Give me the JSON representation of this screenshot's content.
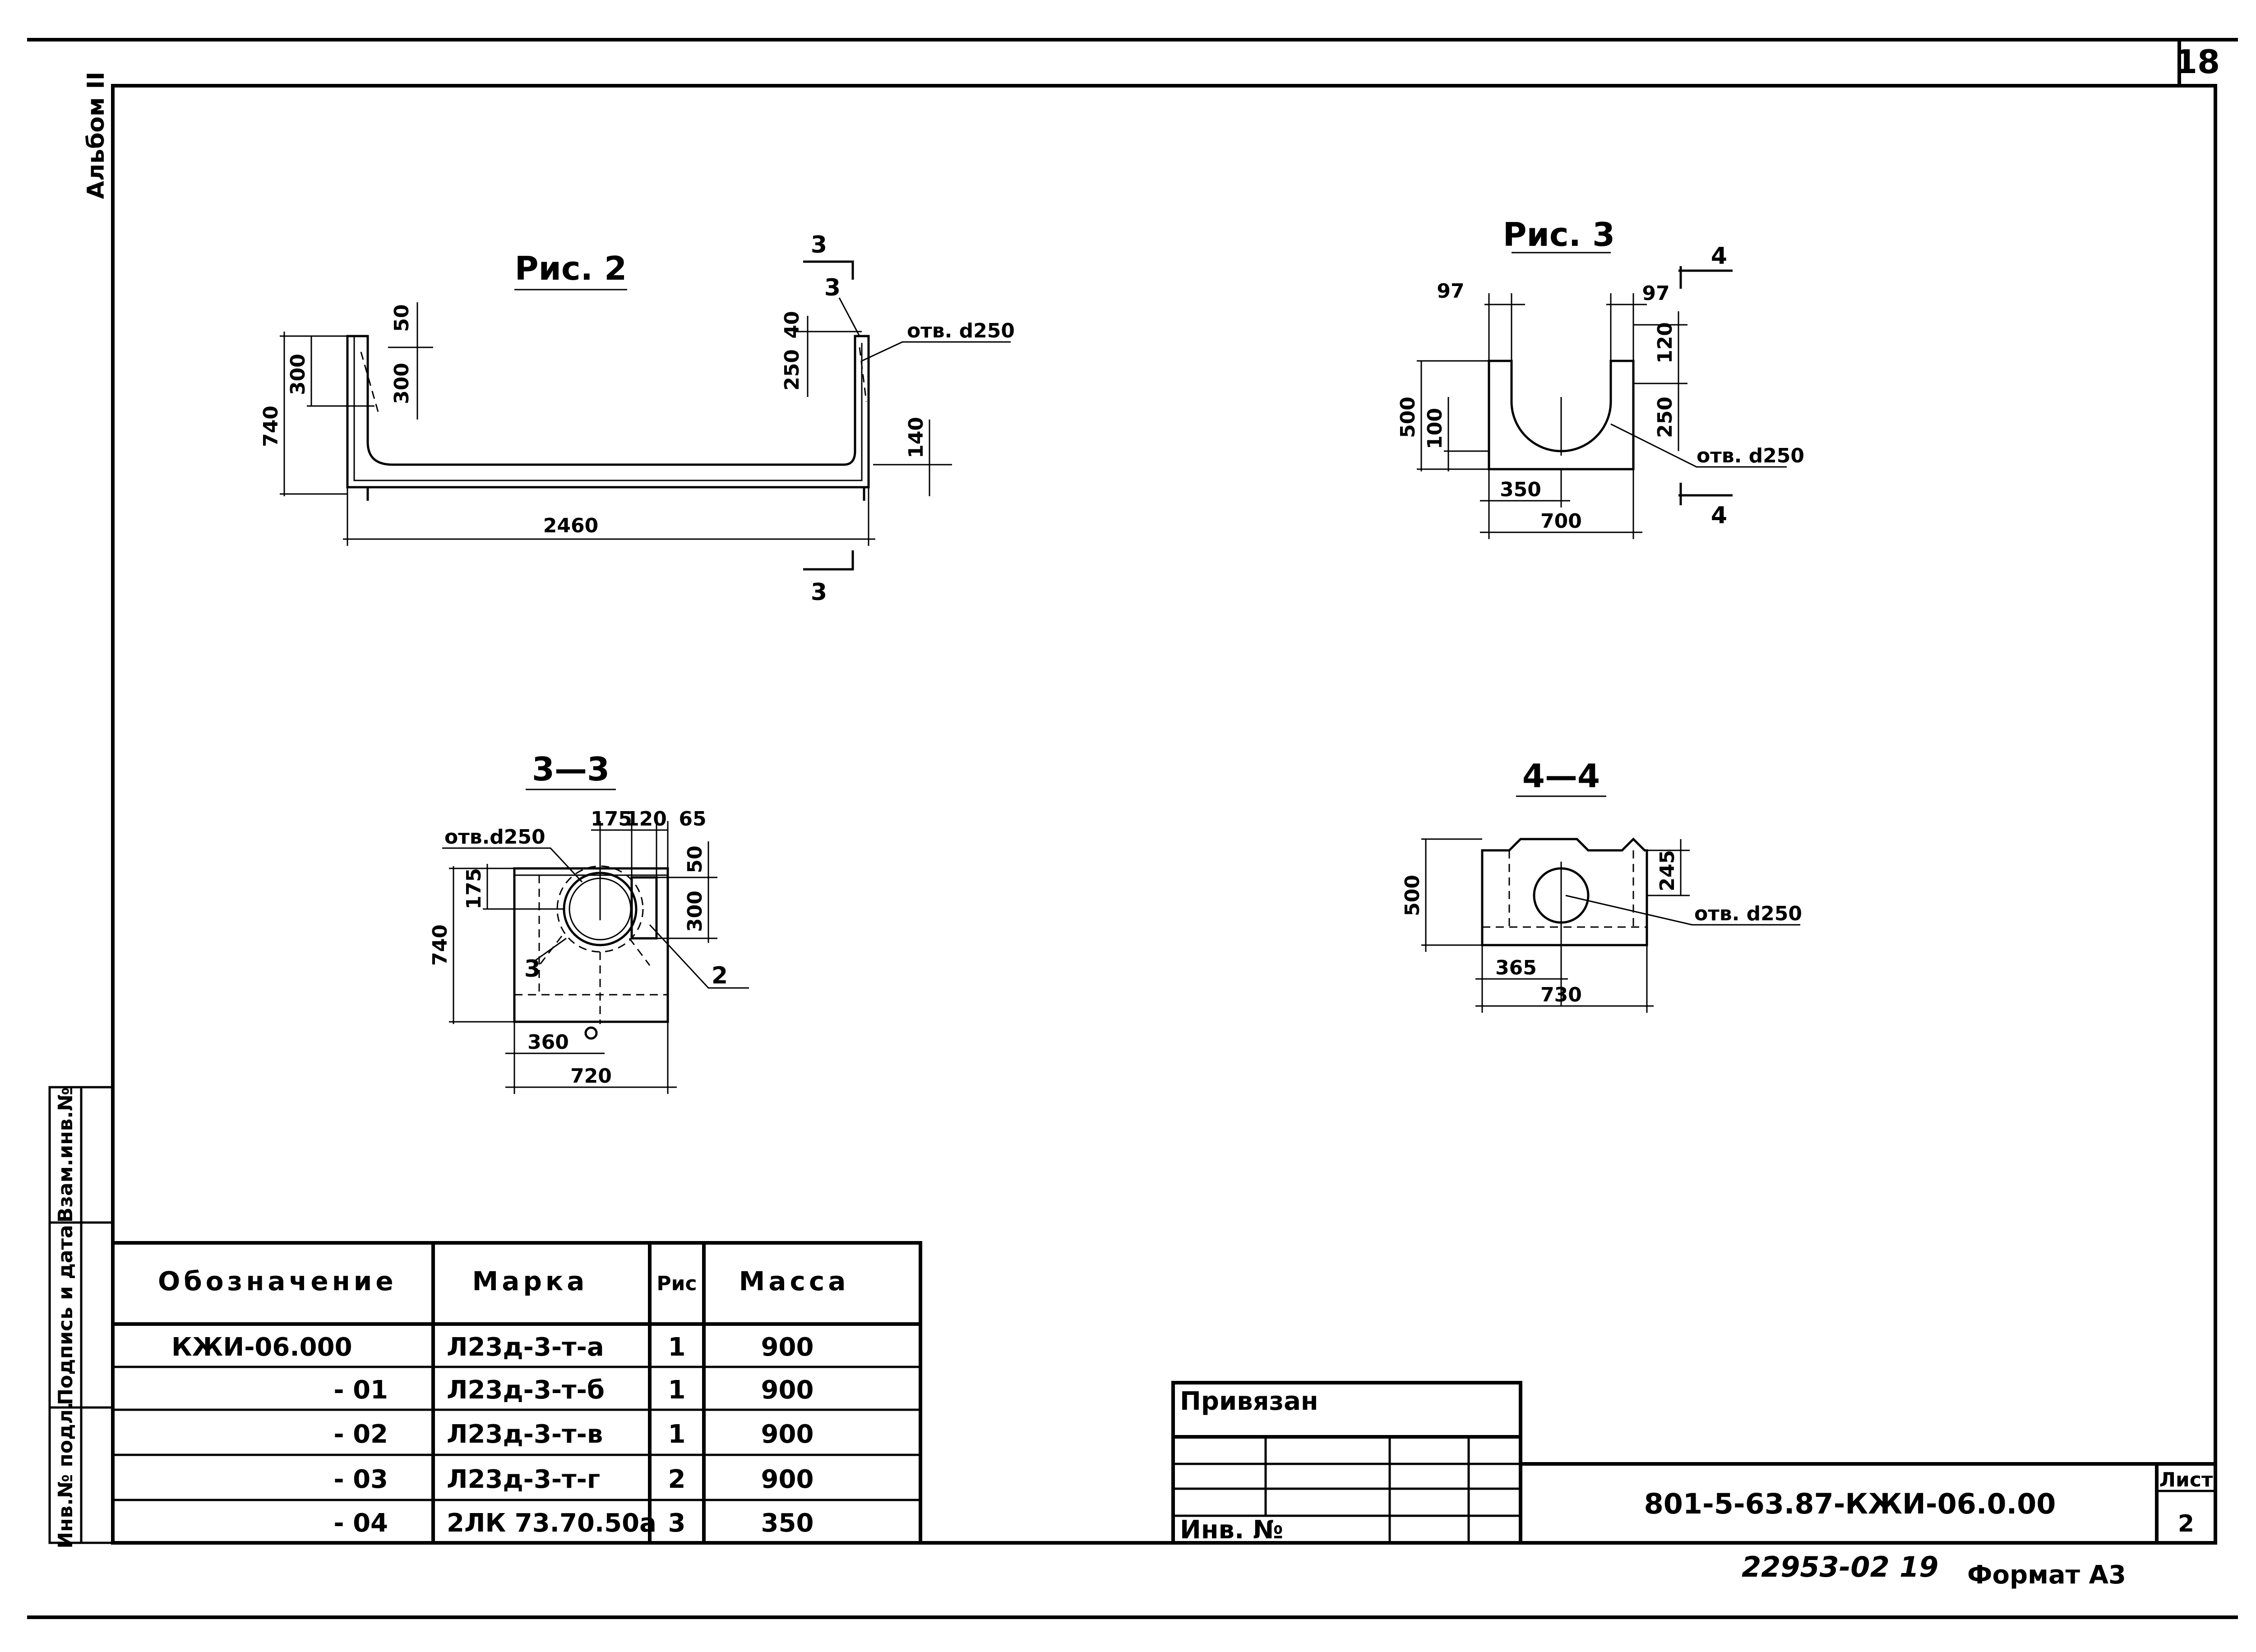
{
  "sheet": {
    "page_number": "18",
    "album": "Альбом II",
    "side_stamp": {
      "inv_podl": "Инв.№ подл.",
      "podpis_data": "Подпись и дата",
      "vzam_inv": "Взам.инв.№"
    }
  },
  "figures": {
    "fig2": {
      "title": "Рис. 2",
      "dims": [
        "740",
        "300",
        "50",
        "300",
        "250",
        "40",
        "140",
        "2460"
      ],
      "section_marks": [
        "3",
        "3"
      ],
      "callout_number": "3",
      "hole_label": "отв. d250"
    },
    "fig3": {
      "title": "Рис. 3",
      "dims": [
        "97",
        "97",
        "500",
        "100",
        "120",
        "250",
        "350",
        "700"
      ],
      "section_marks": [
        "4",
        "4"
      ],
      "hole_label": "отв. d250"
    },
    "sec33": {
      "title": "3—3",
      "dims": [
        "175",
        "120",
        "65",
        "50",
        "175",
        "300",
        "740",
        "360",
        "720"
      ],
      "hole_label": "отв.d250",
      "callouts": [
        "3",
        "2"
      ]
    },
    "sec44": {
      "title": "4—4",
      "dims": [
        "500",
        "245",
        "365",
        "730"
      ],
      "hole_label": "отв. d250"
    }
  },
  "spec_table": {
    "headers": [
      "Обозначение",
      "Марка",
      "Рис",
      "Масса"
    ],
    "rows": [
      {
        "designation": "КЖИ-06.000",
        "mark": "Л23д-3-т-а",
        "fig": "1",
        "mass": "900"
      },
      {
        "designation": "- 01",
        "mark": "Л23д-3-т-б",
        "fig": "1",
        "mass": "900"
      },
      {
        "designation": "- 02",
        "mark": "Л23д-3-т-в",
        "fig": "1",
        "mass": "900"
      },
      {
        "designation": "- 03",
        "mark": "Л23д-3-т-г",
        "fig": "2",
        "mass": "900"
      },
      {
        "designation": "- 04",
        "mark": "2ЛК 73.70.50а",
        "fig": "3",
        "mass": "350"
      }
    ]
  },
  "title_block": {
    "privyazan": "Привязан",
    "inv_no": "Инв. №",
    "doc_code": "801-5-63.87-КЖИ-06.0.00",
    "list_label": "Лист",
    "list_value": "2"
  },
  "footer": {
    "archive_no": "22953-02",
    "archive_sheet": "19",
    "format": "Формат А3"
  }
}
